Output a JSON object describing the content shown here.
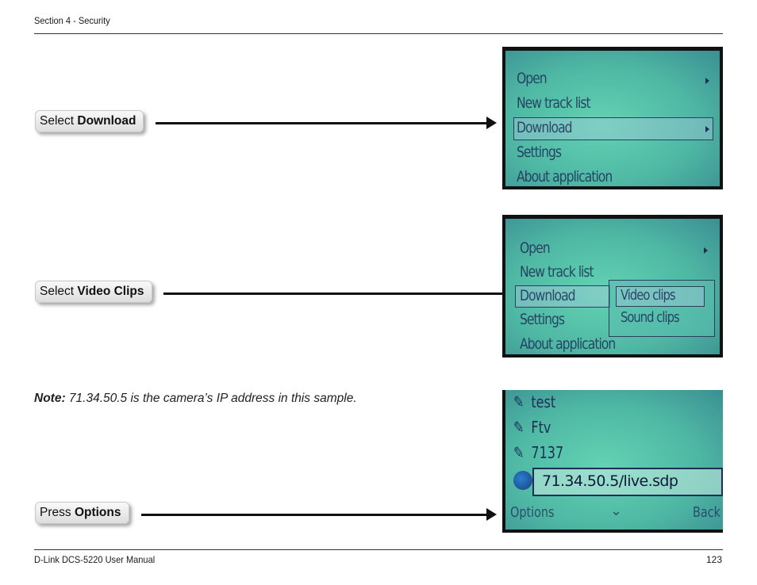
{
  "header": {
    "section": "Section 4 - Security"
  },
  "footer": {
    "manual": "D-Link DCS-5220 User Manual",
    "page": "123"
  },
  "steps": [
    {
      "prefix": "Select ",
      "emphasis": "Download"
    },
    {
      "prefix": "Select ",
      "emphasis": "Video Clips"
    },
    {
      "prefix": "Press ",
      "emphasis": "Options"
    }
  ],
  "note": {
    "label": "Note:",
    "text": " 71.34.50.5 is the camera’s IP address in this sample."
  },
  "screen1": {
    "items": [
      "Open",
      "New track list",
      "Download",
      "Settings",
      "About application"
    ]
  },
  "screen2": {
    "items": [
      "Open",
      "New track list",
      "Download",
      "Settings",
      "About application"
    ],
    "submenu": [
      "Video clips",
      "Sound clips"
    ]
  },
  "screen3": {
    "bookmarks": [
      "test",
      "Ftv",
      "7137"
    ],
    "url": "71.34.50.5/live.sdp",
    "softkeys": {
      "left": "Options",
      "right": "Back"
    }
  },
  "colors": {
    "lcd": "#55c3ad",
    "text": "#1d2f58"
  }
}
